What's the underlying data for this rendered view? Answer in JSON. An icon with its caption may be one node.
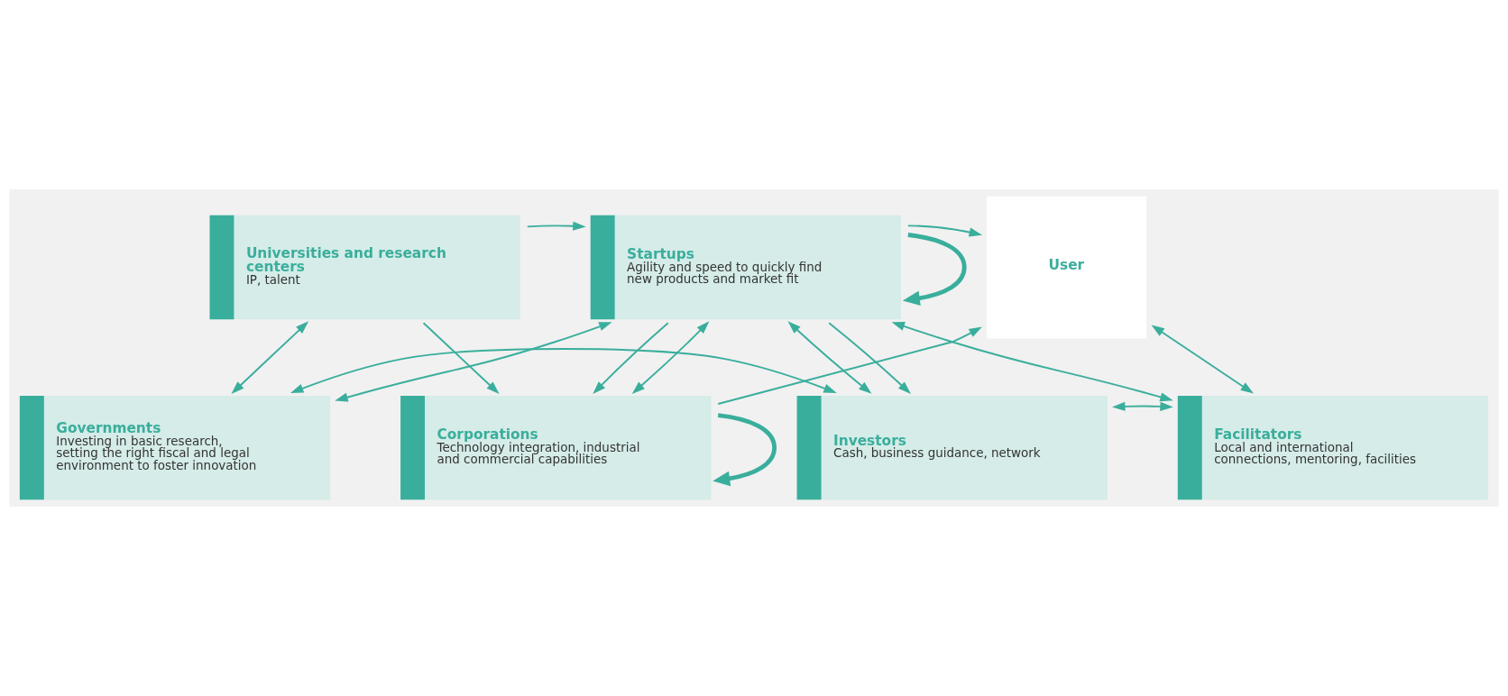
{
  "diagram": {
    "nodes": [
      {
        "text": [
          "Universities and research centers",
          "IP, talent"
        ]
      },
      {
        "text": [
          "Corporations",
          "Technology integration, industrial and commercial capabilities"
        ]
      },
      {
        "text": [
          "User"
        ]
      },
      {
        "text": [
          "Startups",
          "Agility and speed to quickly find new products and market fit"
        ]
      },
      {
        "text": [
          "Governments",
          "Investing in basic research, setting the right fiscal and legal environment to foster innovation"
        ]
      },
      {
        "text": [
          "Investors",
          "Cash, business guidance, network"
        ]
      },
      {
        "text": [
          "Facilitators",
          "Local and international connections, mentoring, facilities"
        ]
      }
    ],
    "edges": [
      {
        "from": 1,
        "to": 1,
        "arrow": "to",
        "style": "thick"
      },
      {
        "from": 0,
        "to": 1,
        "arrow": "to"
      },
      {
        "from": 0,
        "to": 3,
        "arrow": "to"
      },
      {
        "from": 1,
        "to": 2,
        "arrow": "to"
      },
      {
        "from": 3,
        "to": 2,
        "arrow": "to"
      },
      {
        "from": 1,
        "to": 3,
        "arrow": "both"
      },
      {
        "from": 3,
        "to": 1,
        "arrow": "to"
      },
      {
        "from": 0,
        "to": 4,
        "arrow": "both"
      },
      {
        "from": 4,
        "to": 3,
        "arrow": "both"
      },
      {
        "from": 3,
        "to": 5,
        "arrow": "both"
      },
      {
        "from": 3,
        "to": 5,
        "arrow": "to"
      },
      {
        "from": 3,
        "to": 3,
        "arrow": "to",
        "style": "thick"
      },
      {
        "from": 3,
        "to": 6,
        "arrow": "both"
      },
      {
        "from": 2,
        "to": 6,
        "arrow": "both"
      },
      {
        "from": 4,
        "to": 5,
        "arrow": "both"
      },
      {
        "from": 5,
        "to": 6,
        "arrow": "both"
      }
    ]
  }
}
